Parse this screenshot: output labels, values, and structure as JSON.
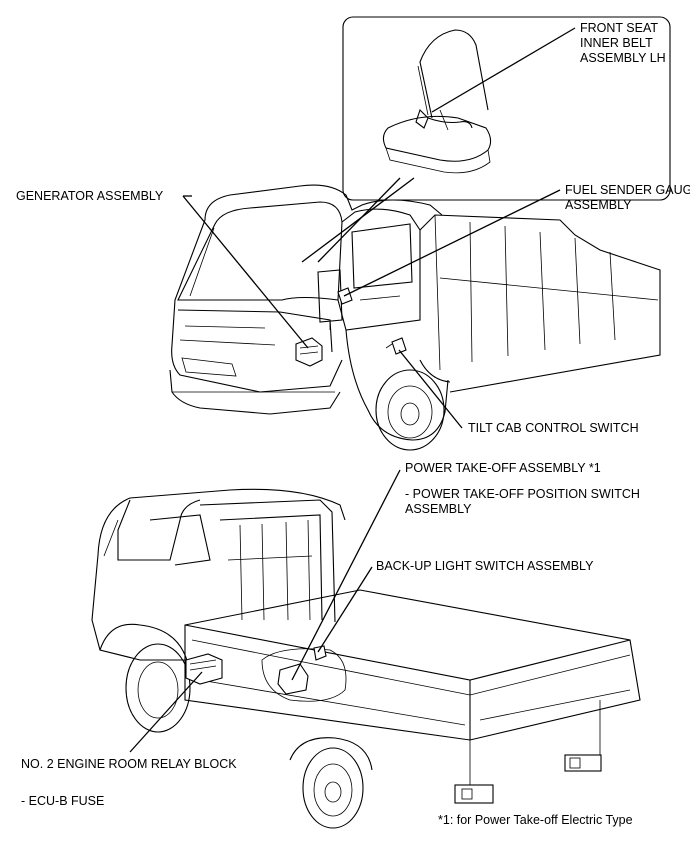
{
  "labels": {
    "front_seat_belt": [
      "FRONT SEAT",
      "INNER BELT",
      "ASSEMBLY LH"
    ],
    "generator": "GENERATOR ASSEMBLY",
    "fuel_sender": [
      "FUEL SENDER GAUGE",
      "ASSEMBLY"
    ],
    "tilt_cab": "TILT CAB CONTROL SWITCH",
    "power_takeoff": "POWER TAKE-OFF ASSEMBLY *1",
    "power_takeoff_sub": [
      "- POWER TAKE-OFF POSITION SWITCH",
      "ASSEMBLY"
    ],
    "backup_light": "BACK-UP LIGHT SWITCH ASSEMBLY",
    "relay_block": "NO. 2 ENGINE ROOM RELAY BLOCK",
    "ecu_fuse": "- ECU-B FUSE",
    "footnote": "*1: for Power Take-off Electric Type"
  }
}
